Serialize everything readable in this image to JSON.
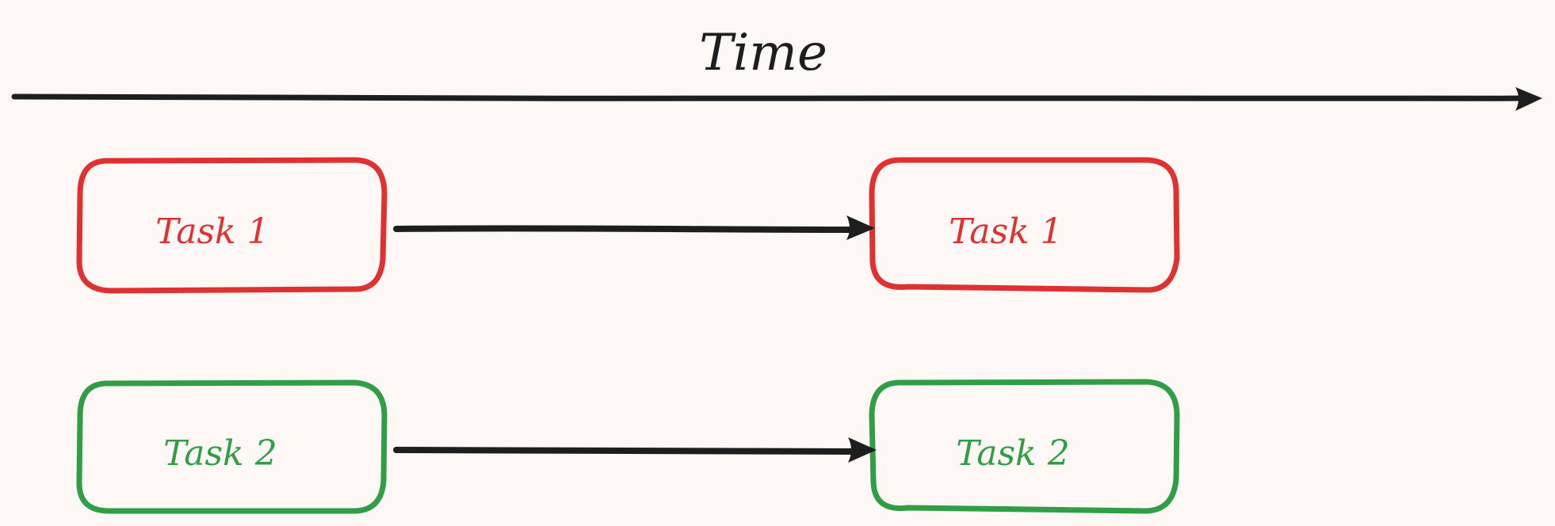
{
  "axis": {
    "label": "Time",
    "color": "#1e1e1e"
  },
  "tasks": [
    {
      "label": "Task 1",
      "color": "#e03131"
    },
    {
      "label": "Task 2",
      "color": "#2f9e44"
    }
  ],
  "ink": "#1e1e1e",
  "background": "#fdf8f6"
}
